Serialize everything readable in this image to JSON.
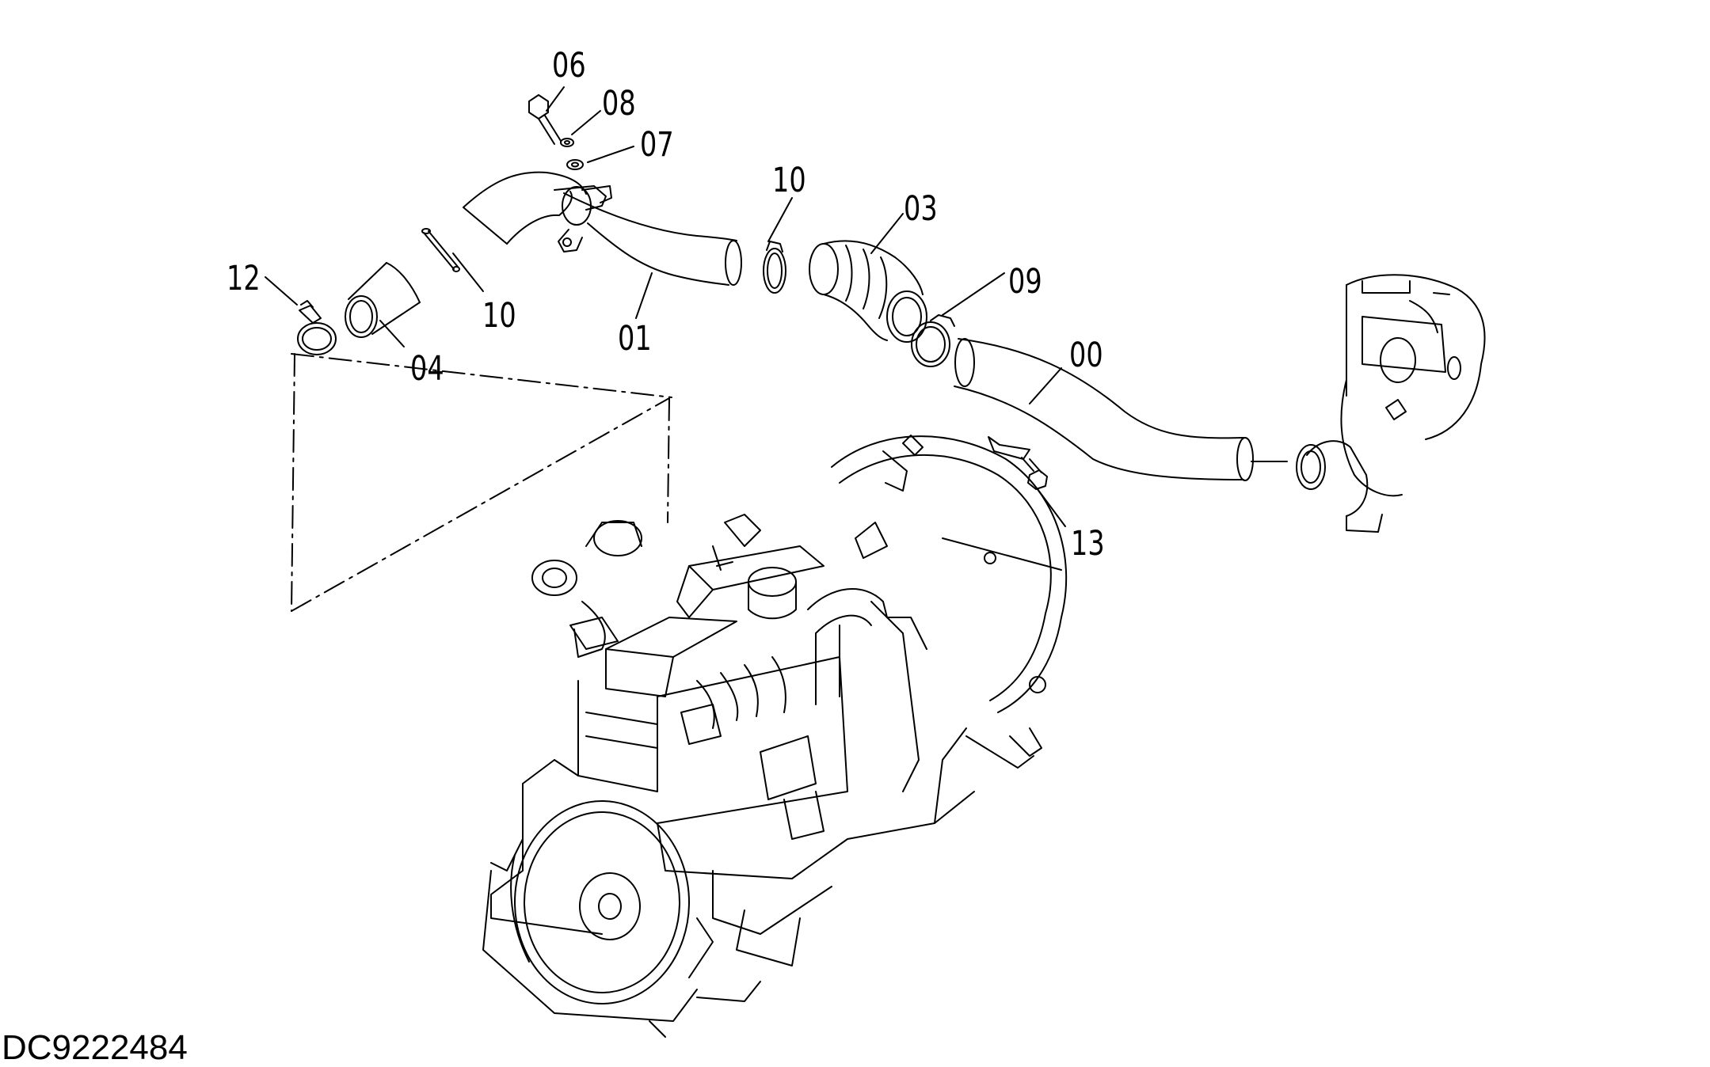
{
  "diagram": {
    "part_callouts": {
      "c00": "00",
      "c01": "01",
      "c03": "03",
      "c04": "04",
      "c06": "06",
      "c07": "07",
      "c08": "08",
      "c09": "09",
      "c10a": "10",
      "c10b": "10",
      "c12": "12",
      "c13": "13"
    },
    "document_id": "DC9222484"
  }
}
